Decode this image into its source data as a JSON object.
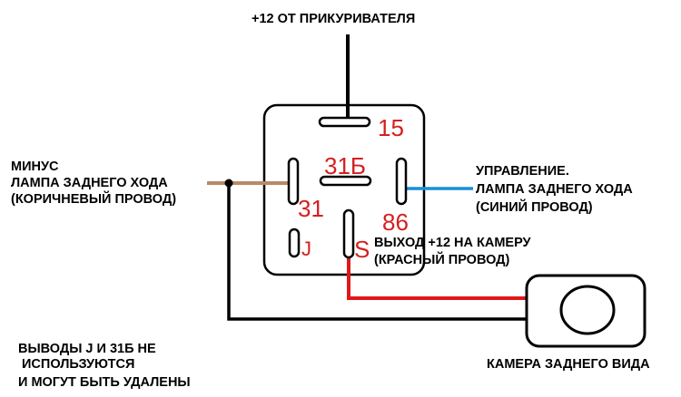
{
  "labels": {
    "top_supply": "+12 ОТ ПРИКУРИВАТЕЛЯ",
    "left_line1": "МИНУС",
    "left_line2": "ЛАМПА ЗАДНЕГО ХОДА",
    "left_line3": "(КОРИЧНЕВЫЙ ПРОВОД)",
    "right_line1": "УПРАВЛЕНИЕ.",
    "right_line2": "ЛАМПА ЗАДНЕГО ХОДА",
    "right_line3": "(СИНИЙ ПРОВОД)",
    "output_line1": "ВЫХОД +12 НА КАМЕРУ",
    "output_line2": "(КРАСНЫЙ ПРОВОД)",
    "camera": "КАМЕРА ЗАДНЕГО ВИДА",
    "note_line1": "ВЫВОДЫ J И 31Б НЕ",
    "note_line2": "ИСПОЛЬЗУЮТСЯ",
    "note_line3": "И МОГУТ БЫТЬ УДАЛЕНЫ"
  },
  "pins": {
    "p15": "15",
    "p31b": "31Б",
    "p31": "31",
    "p86": "86",
    "pJ": "J",
    "pS": "S"
  },
  "colors": {
    "pin_label": "#d42020",
    "wire_black": "#000000",
    "wire_brown": "#b88a66",
    "wire_blue": "#1a8fd6",
    "wire_red": "#e01818"
  }
}
